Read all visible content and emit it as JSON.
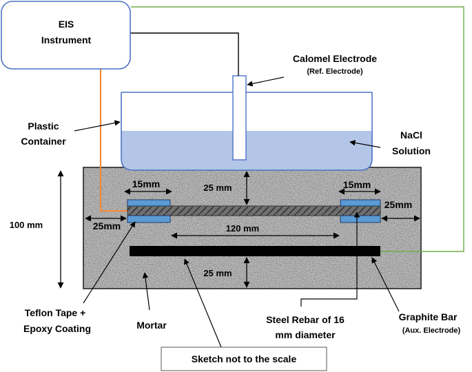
{
  "instrument": {
    "line1": "EIS",
    "line2": "Instrument"
  },
  "calomel": {
    "title": "Calomel Electrode",
    "subtitle": "(Ref. Electrode)"
  },
  "container": {
    "line1": "Plastic",
    "line2": "Container"
  },
  "solution": {
    "line1": "NaCl",
    "line2": "Solution"
  },
  "dims": {
    "height": "100 mm",
    "cover_top": "25 mm",
    "cover_bottom": "25 mm",
    "tape_left": "15mm",
    "tape_right": "15mm",
    "end_left": "25mm",
    "end_right": "25mm",
    "exposed_length": "120 mm"
  },
  "teflon": {
    "line1": "Teflon Tape +",
    "line2": "Epoxy Coating"
  },
  "mortar": "Mortar",
  "rebar": {
    "line1": "Steel Rebar of 16",
    "line2": "mm diameter"
  },
  "graphite": {
    "title": "Graphite Bar",
    "subtitle": "(Aux. Electrode)"
  },
  "note": "Sketch not to the scale",
  "colors": {
    "instrument_border": "#4a72c4",
    "orange_wire": "#f08a3c",
    "green_wire": "#70ad47",
    "solution_fill": "#b4c6e7",
    "container_border": "#4a72c4",
    "tape_fill": "#5b9bd5",
    "mortar_base": "#c8c8c8"
  }
}
